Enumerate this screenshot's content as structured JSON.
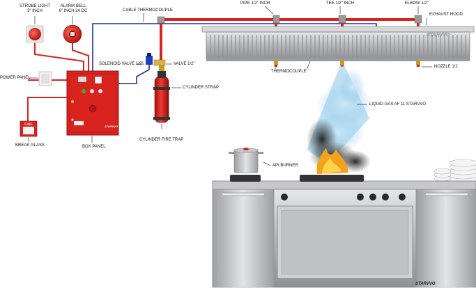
{
  "labels": {
    "strobe_light": "STROBE LIGHT\n3\" INCH",
    "alarm_bell": "ALARM BELL\n6\" INCH 24 DC",
    "cable_thermocouple": "CABLE THERMOCOUPLE",
    "pipe": "PIPE 1/2\" INCH",
    "tee": "TEE 1/2\" INCH",
    "elbow": "ELBOW 1/2\"",
    "exhaust_hood": "EXHAUST HOOD",
    "solenoid_valve": "SOLENOID VALVE 1/2\"",
    "valve": "VALVE 1/2\"",
    "cylinder_strap": "CYLINDER STRAP",
    "thermocouple": "THERMOCOUPLE",
    "nozzle": "NOZZLE 1/2",
    "power_panel": "POWER PANEL",
    "liquid_gas": "LIQUID GAS AF 11 STARVVO",
    "cylinder_fire_trap": "CYLINDER FIRE TRAP",
    "break_glass": "BREAK GLASS",
    "box_panel": "BOX PANEL",
    "api_burner": "API BURNER"
  },
  "brand": {
    "hood_logo": "STARVVO",
    "stove_logo": "STARVVO",
    "panel_logo": "STARVVO",
    "fire_sign": "FIRE"
  },
  "colors": {
    "pipe_red": "#d8231f",
    "cable_blue": "#1f2f9c",
    "steel": "#b9bbbe",
    "spray": "#8ec9ea",
    "smoke": "#2a2a2a",
    "flame": "#f2a21b"
  }
}
